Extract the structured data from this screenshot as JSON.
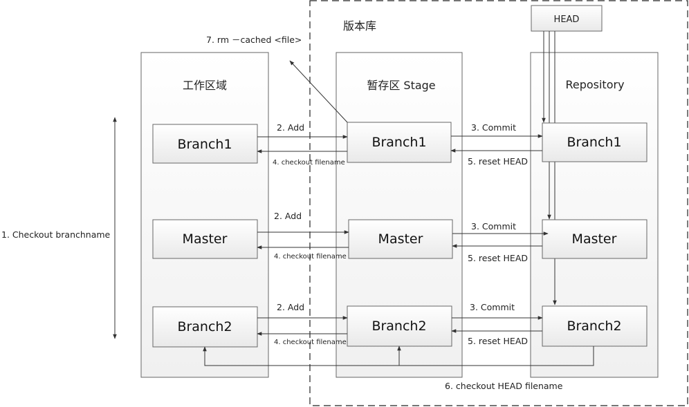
{
  "repo_label": "版本库",
  "head_label": "HEAD",
  "columns": {
    "work": {
      "title": "工作区域"
    },
    "stage": {
      "title": "暂存区 Stage"
    },
    "repo": {
      "title": "Repository"
    }
  },
  "branches": {
    "branch1": "Branch1",
    "master": "Master",
    "branch2": "Branch2"
  },
  "edges": {
    "rm_cached": "7. rm －cached <file>",
    "checkout_branch": "1. Checkout branchname",
    "add": "2. Add",
    "checkout_file": "4. checkout filename",
    "commit": "3. Commit",
    "reset_head": "5. reset HEAD",
    "checkout_head": "6. checkout HEAD filename"
  }
}
